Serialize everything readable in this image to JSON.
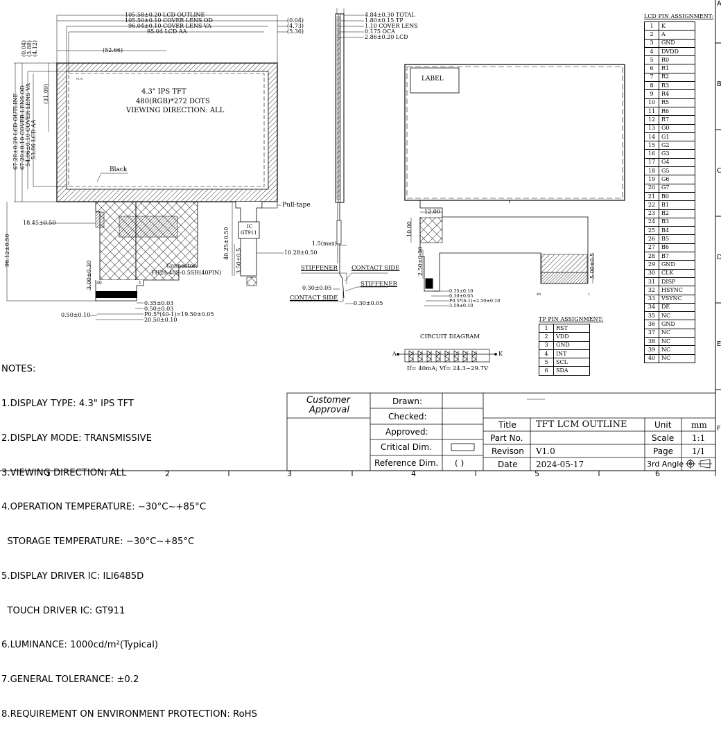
{
  "front_view": {
    "dims_top": [
      "105.58±0.20 LCD OUTLINE",
      "105.50±0.10 COVER LENS OD",
      "96.04±0.10 COVER LENS VA",
      "95.04 LCD AA"
    ],
    "dims_top_right": [
      "(0.04)",
      "(4.73)",
      "(5.36)"
    ],
    "dim_5266": "(52.66)",
    "dims_left": [
      "67.28±0.20 LCD OUTLINE",
      "67.20±0.10 COVER LENS OD",
      "54.86±0.10 COVER LENS VA",
      "53.86 LCD AA"
    ],
    "dims_left_top": [
      "(0.04)",
      "(3.88)",
      "(4.12)"
    ],
    "dim_3109": "(31.09)",
    "origin_label": "(0,0)",
    "center_text": [
      "4.3\" IPS TFT",
      "480(RGB)*272 DOTS",
      "VIEWING DIRECTION: ALL"
    ],
    "black_label": "Black",
    "pull_tape": "Pull-tape",
    "ic_label": [
      "IC",
      "GT911"
    ],
    "dim_1845": "18.45±0.50",
    "dim_9612": "96.12±0.50",
    "dim_4025": "40.25±0.50",
    "dim_3050": "3.50±0.5",
    "dim_1028": "10.28±0.50",
    "dim_300": "3.00±0.30",
    "connector": [
      "Connector:",
      "FH28-40S-0.5SH(40PIN)"
    ],
    "pin40": "40",
    "pin1": "1",
    "dims_bottom": [
      "0.35±0.03",
      "0.50±0.03",
      "P0.5*(40-1)=19.50±0.05",
      "20.50±0.10"
    ],
    "dim_050": "0.50±0.10"
  },
  "side_view": {
    "dims": [
      "4.84±0.30 TOTAL",
      "1.80±0.15 TP",
      "1.10 COVER LENS",
      "0.175 OCA",
      "2.86±0.20 LCD"
    ],
    "dim_15": "1.5(max)",
    "stiffener": "STIFFENER",
    "contact_side": "CONTACT SIDE",
    "dim_030a": "0.30±0.05",
    "dim_030b": "0.30±0.05"
  },
  "back_view": {
    "label": "LABEL",
    "dim_1200": "12.00",
    "dim_1000": "10.00",
    "dim_250": "2.50±0.30",
    "dim_500": "5.00±0.5",
    "pin40": "40",
    "pin1": "1",
    "dims_bottom": [
      "0.35±0.10",
      "0.30±0.05",
      "P0.5*(6-1)=2.50±0.10",
      "3.50±0.10"
    ]
  },
  "circuit": {
    "title": "CIRCUIT DIAGRAM",
    "anode": "A",
    "cathode": "K",
    "spec": "If= 40mA; Vf= 24.3~29.7V"
  },
  "lcd_pins": {
    "title": "LCD PIN ASSIGNMENT:",
    "rows": [
      [
        "1",
        "K"
      ],
      [
        "2",
        "A"
      ],
      [
        "3",
        "GND"
      ],
      [
        "4",
        "DVDD"
      ],
      [
        "5",
        "R0"
      ],
      [
        "6",
        "R1"
      ],
      [
        "7",
        "R2"
      ],
      [
        "8",
        "R3"
      ],
      [
        "9",
        "R4"
      ],
      [
        "10",
        "R5"
      ],
      [
        "11",
        "R6"
      ],
      [
        "12",
        "R7"
      ],
      [
        "13",
        "G0"
      ],
      [
        "14",
        "G1"
      ],
      [
        "15",
        "G2"
      ],
      [
        "16",
        "G3"
      ],
      [
        "17",
        "G4"
      ],
      [
        "18",
        "G5"
      ],
      [
        "19",
        "G6"
      ],
      [
        "20",
        "G7"
      ],
      [
        "21",
        "B0"
      ],
      [
        "22",
        "B1"
      ],
      [
        "23",
        "B2"
      ],
      [
        "24",
        "B3"
      ],
      [
        "25",
        "B4"
      ],
      [
        "26",
        "B5"
      ],
      [
        "27",
        "B6"
      ],
      [
        "28",
        "B7"
      ],
      [
        "29",
        "GND"
      ],
      [
        "30",
        "CLK"
      ],
      [
        "31",
        "DISP"
      ],
      [
        "32",
        "HSYNC"
      ],
      [
        "33",
        "VSYNC"
      ],
      [
        "34",
        "DE"
      ],
      [
        "35",
        "NC"
      ],
      [
        "36",
        "GND"
      ],
      [
        "37",
        "NC"
      ],
      [
        "38",
        "NC"
      ],
      [
        "39",
        "NC"
      ],
      [
        "40",
        "NC"
      ]
    ]
  },
  "tp_pins": {
    "title": "TP PIN ASSIGNMENT:",
    "rows": [
      [
        "1",
        "RST"
      ],
      [
        "2",
        "VDD"
      ],
      [
        "3",
        "GND"
      ],
      [
        "4",
        "INT"
      ],
      [
        "5",
        "SCL"
      ],
      [
        "6",
        "SDA"
      ]
    ]
  },
  "notes": {
    "title": "NOTES:",
    "lines": [
      "1.DISPLAY TYPE: 4.3\" IPS TFT",
      "2.DISPLAY MODE: TRANSMISSIVE",
      "3.VIEWING DIRECTION: ALL",
      "4.OPERATION TEMPERATURE: −30°C~+85°C",
      "  STORAGE TEMPERATURE: −30°C~+85°C",
      "5.DISPLAY DRIVER IC: ILI6485D",
      "  TOUCH DRIVER IC: GT911",
      "6.LUMINANCE: 1000cd/m²(Typical)",
      "7.GENERAL TOLERANCE: ±0.2",
      "8.REQUIREMENT ON ENVIRONMENT PROTECTION: RoHS"
    ]
  },
  "title_block": {
    "customer": [
      "Customer",
      "Approval"
    ],
    "drawn": "Drawn:",
    "checked": "Checked:",
    "approved": "Approved:",
    "critical": "Critical Dim.",
    "reference": "Reference Dim.",
    "reference_sym": "(  )",
    "title_label": "Title",
    "title_value": "TFT LCM OUTLINE",
    "partno_label": "Part No.",
    "revision_label": "Revison",
    "revision_value": "V1.0",
    "date_label": "Date",
    "date_value": "2024-05-17",
    "unit_label": "Unit",
    "unit_value": "mm",
    "scale_label": "Scale",
    "scale_value": "1:1",
    "page_label": "Page",
    "page_value": "1/1",
    "angle_label": "3rd Angle"
  },
  "frame": {
    "cols": [
      "1",
      "2",
      "3",
      "4",
      "5",
      "6"
    ],
    "rows": [
      "A",
      "B",
      "C",
      "D",
      "E",
      "F"
    ]
  }
}
